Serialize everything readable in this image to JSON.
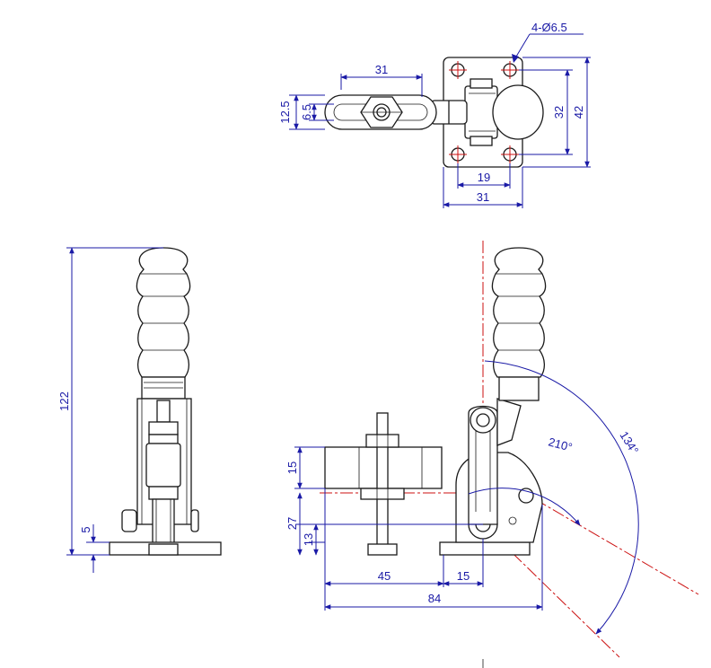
{
  "top_view": {
    "hole_callout": "4-Ø6.5",
    "dims": {
      "bar_length": "31",
      "slot_outer": "12.5",
      "slot_inner": "6.5",
      "base_height_inner": "32",
      "base_height_outer": "42",
      "base_width_inner": "19",
      "base_width_outer": "31"
    }
  },
  "side_view": {
    "dims": {
      "total_height": "122",
      "base_thickness": "5"
    }
  },
  "front_view": {
    "dims": {
      "spindle_block_height": "15",
      "pivot_height": "27",
      "pivot_to_base": "13",
      "reach": "45",
      "pivot_offset": "15",
      "total_length": "84"
    },
    "angles": {
      "handle_open": "134°",
      "arm_open": "210°"
    }
  },
  "colors": {
    "dimension": "#1a1aa6",
    "centerline": "#cc1111",
    "outline": "#1a1a1a"
  }
}
